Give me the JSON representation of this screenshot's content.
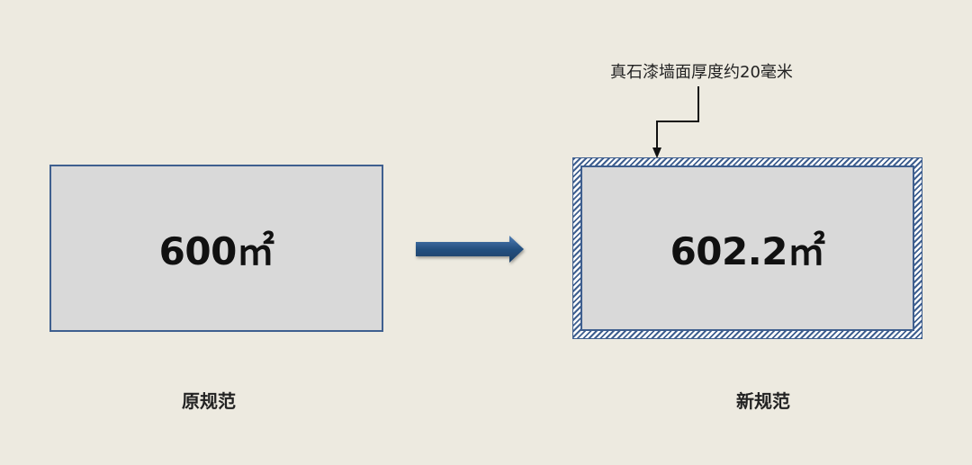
{
  "diagram": {
    "original": {
      "area_label": "600㎡",
      "caption": "原规范"
    },
    "revised": {
      "area_label": "602.2㎡",
      "caption": "新规范",
      "annotation": "真石漆墙面厚度约20毫米"
    },
    "colors": {
      "background": "#edeae0",
      "box_fill": "#d9d9d9",
      "border": "#3f5f8f",
      "arrow": "#24507f"
    }
  }
}
